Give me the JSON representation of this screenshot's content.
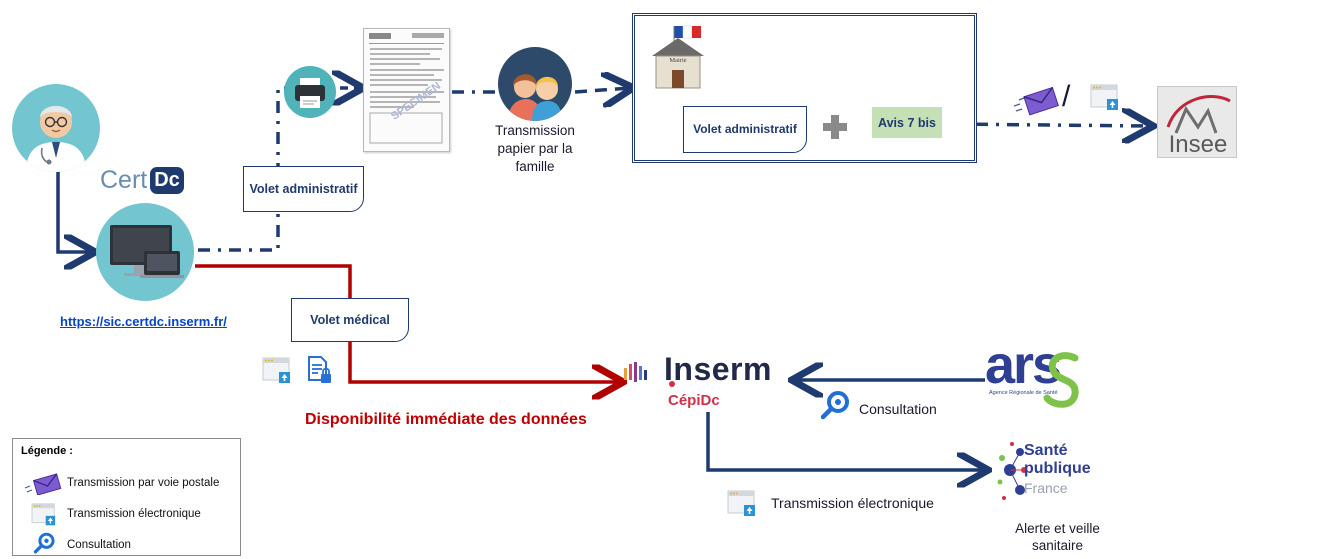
{
  "certdc": {
    "logo_cert": "Cert",
    "logo_dc": "Dc",
    "url": "https://sic.certdc.inserm.fr/"
  },
  "tags": {
    "volet_admin_left": "Volet administratif",
    "volet_admin_mairie": "Volet administratif",
    "avis": "Avis 7 bis",
    "volet_medical": "Volet médical"
  },
  "mairie": {
    "sign": "Mairie"
  },
  "family_text": "Transmission papier par la famille",
  "slash": "/",
  "insee": {
    "name": "Insee"
  },
  "inserm": {
    "name": "Inserm",
    "sub": "CépiDc"
  },
  "availability": "Disponibilité immédiate des données",
  "ars": {
    "name": "ars",
    "sub": "Agence Régionale de Santé"
  },
  "consultation_label": "Consultation",
  "spf": {
    "line1": "Santé",
    "line2": "publique",
    "line3": "France"
  },
  "transmission_elec_label": "Transmission électronique",
  "alerte": "Alerte et veille sanitaire",
  "legend": {
    "title": "Légende :",
    "items": [
      {
        "icon": "envelope-icon",
        "label": "Transmission par voie postale"
      },
      {
        "icon": "upload-window-icon",
        "label": "Transmission électronique"
      },
      {
        "icon": "magnifier-icon",
        "label": "Consultation"
      }
    ]
  },
  "colors": {
    "navy": "#1f3a6e",
    "red": "#b00000",
    "teal": "#73c6cf",
    "ars_blue": "#3a4a9f",
    "ars_green": "#7fc24a",
    "avis_green": "#c5e0b4"
  }
}
